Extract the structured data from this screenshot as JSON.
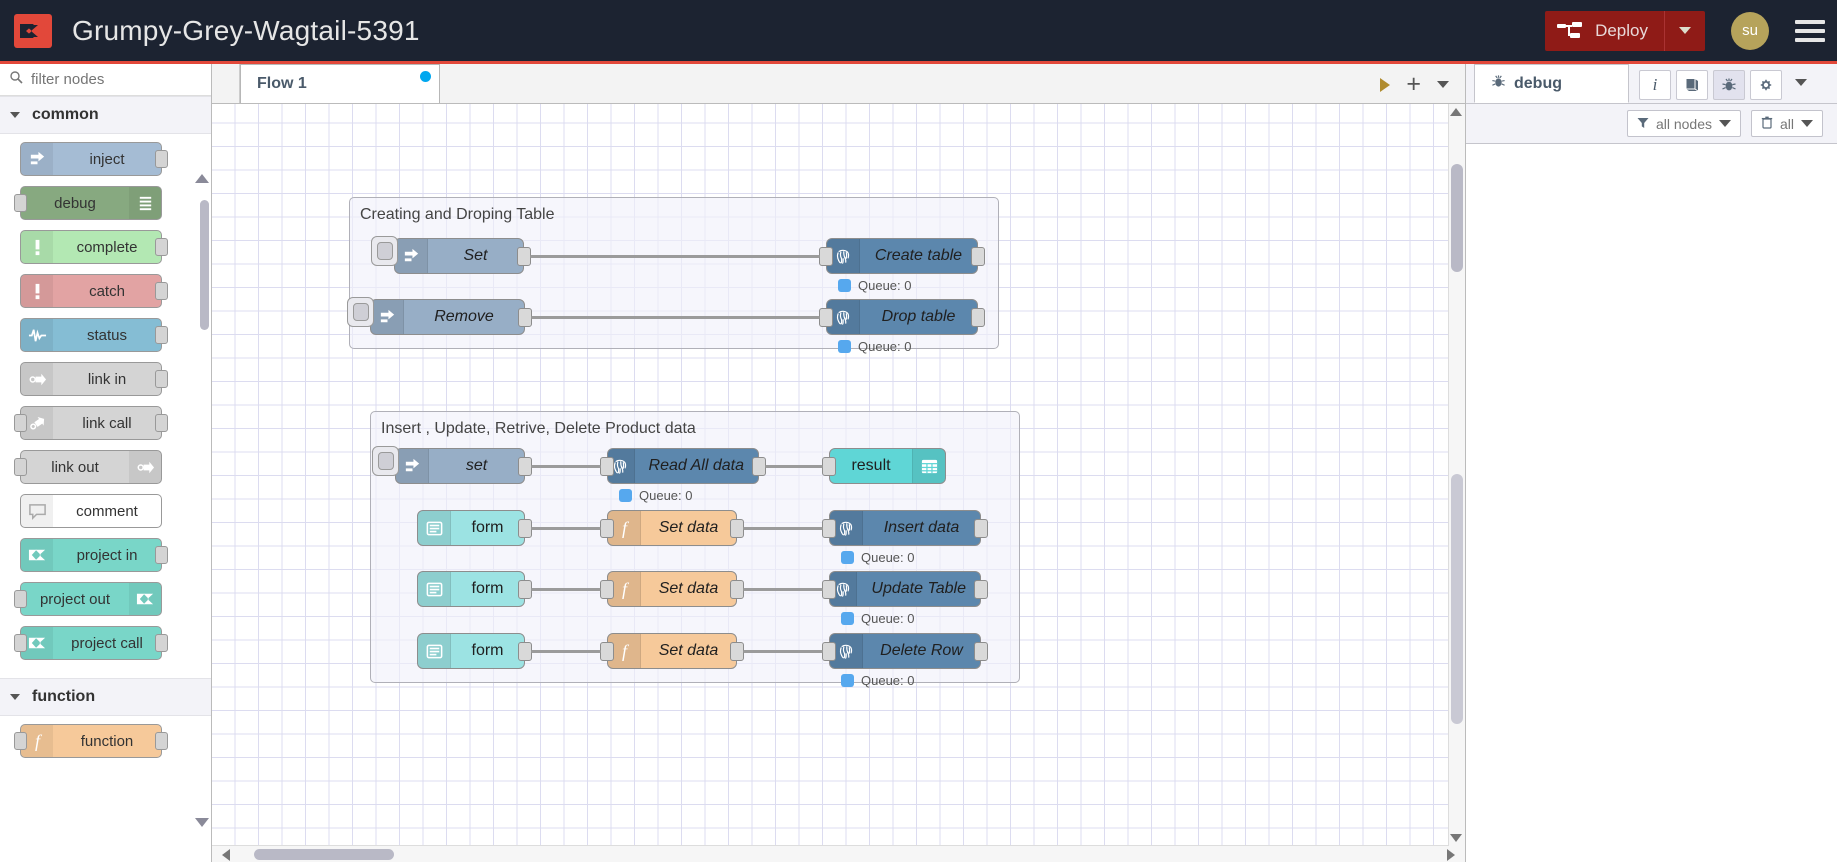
{
  "header": {
    "logo_icon": "node-red-logo-icon",
    "title": "Grumpy-Grey-Wagtail-5391",
    "deploy_label": "Deploy",
    "deploy_icon": "deploy-icon",
    "deploy_caret_icon": "chevron-down-icon",
    "avatar_initials": "su",
    "menu_icon": "hamburger-menu-icon",
    "accent_color": "#8f1b17",
    "bar_color": "#1c2331",
    "underline_color": "#e2483a"
  },
  "palette": {
    "search_placeholder": "filter nodes",
    "search_value": "",
    "search_icon": "search-icon",
    "categories": [
      {
        "name": "common",
        "expanded": true,
        "nodes": [
          {
            "label": "inject",
            "icon": "inject-arrow-icon",
            "color": "#a5bcd4",
            "icon_side": "left",
            "ports": "out"
          },
          {
            "label": "debug",
            "icon": "debug-list-icon",
            "color": "#87a980",
            "icon_side": "right",
            "ports": "in"
          },
          {
            "label": "complete",
            "icon": "exclamation-icon",
            "color": "#b3e8b3",
            "icon_side": "left",
            "ports": "out"
          },
          {
            "label": "catch",
            "icon": "exclamation-icon",
            "color": "#e2a3a3",
            "icon_side": "left",
            "ports": "out"
          },
          {
            "label": "status",
            "icon": "pulse-wave-icon",
            "color": "#85bdd4",
            "icon_side": "left",
            "ports": "out"
          },
          {
            "label": "link in",
            "icon": "link-in-icon",
            "color": "#d4d4d4",
            "icon_side": "left",
            "ports": "out"
          },
          {
            "label": "link call",
            "icon": "link-call-icon",
            "color": "#d4d4d4",
            "icon_side": "left",
            "ports": "both"
          },
          {
            "label": "link out",
            "icon": "link-out-icon",
            "color": "#d4d4d4",
            "icon_side": "right",
            "ports": "in"
          },
          {
            "label": "comment",
            "icon": "comment-bubble-icon",
            "color": "#ffffff",
            "icon_side": "left",
            "ports": "none"
          },
          {
            "label": "project in",
            "icon": "project-logo-icon",
            "color": "#79d6c8",
            "icon_side": "left",
            "ports": "out"
          },
          {
            "label": "project out",
            "icon": "project-logo-icon",
            "color": "#79d6c8",
            "icon_side": "right",
            "ports": "in"
          },
          {
            "label": "project call",
            "icon": "project-logo-icon",
            "color": "#79d6c8",
            "icon_side": "left",
            "ports": "both"
          }
        ]
      },
      {
        "name": "function",
        "expanded": true,
        "nodes": [
          {
            "label": "function",
            "icon": "function-f-icon",
            "color": "#f6c99a",
            "icon_side": "left",
            "ports": "both"
          }
        ]
      }
    ]
  },
  "workspace": {
    "tabs": [
      {
        "label": "Flow 1",
        "active": true,
        "has_changes_dot": true
      }
    ],
    "actions": {
      "run_icon": "play-icon",
      "add_icon": "plus-icon",
      "menu_icon": "chevron-down-icon"
    }
  },
  "flow": {
    "groups": [
      {
        "title": "Creating and Droping Table",
        "rows": [
          {
            "nodes": [
              {
                "label": "Set",
                "type": "inject",
                "icon": "inject-arrow-icon",
                "color": "#97aec6",
                "italic": true,
                "button": true,
                "ports": "out"
              },
              {
                "label": "Create table",
                "type": "postgres",
                "icon": "postgres-elephant-icon",
                "color": "#5c87ad",
                "italic": true,
                "ports": "both",
                "status": "Queue: 0"
              }
            ]
          },
          {
            "nodes": [
              {
                "label": "Remove",
                "type": "inject",
                "icon": "inject-arrow-icon",
                "color": "#97aec6",
                "italic": true,
                "button": true,
                "ports": "out"
              },
              {
                "label": "Drop table",
                "type": "postgres",
                "icon": "postgres-elephant-icon",
                "color": "#5c87ad",
                "italic": true,
                "ports": "both",
                "status": "Queue: 0"
              }
            ]
          }
        ]
      },
      {
        "title": "Insert , Update, Retrive, Delete Product data",
        "rows": [
          {
            "nodes": [
              {
                "label": "set",
                "type": "inject",
                "icon": "inject-arrow-icon",
                "color": "#97aec6",
                "italic": true,
                "button": true,
                "ports": "out"
              },
              {
                "label": "Read All data",
                "type": "postgres",
                "icon": "postgres-elephant-icon",
                "color": "#5c87ad",
                "italic": true,
                "ports": "both",
                "status": "Queue: 0"
              },
              {
                "label": "result",
                "type": "ui-table",
                "icon": "table-grid-icon",
                "color": "#5fd6d6",
                "italic": false,
                "ports": "in",
                "icon_side": "right"
              }
            ]
          },
          {
            "nodes": [
              {
                "label": "form",
                "type": "ui-form",
                "icon": "form-list-icon",
                "color": "#9ce3e3",
                "italic": false,
                "ports": "out"
              },
              {
                "label": "Set data",
                "type": "function",
                "icon": "function-f-icon",
                "color": "#f6c99a",
                "italic": true,
                "ports": "both"
              },
              {
                "label": "Insert data",
                "type": "postgres",
                "icon": "postgres-elephant-icon",
                "color": "#5c87ad",
                "italic": true,
                "ports": "both",
                "status": "Queue: 0"
              }
            ]
          },
          {
            "nodes": [
              {
                "label": "form",
                "type": "ui-form",
                "icon": "form-list-icon",
                "color": "#9ce3e3",
                "italic": false,
                "ports": "out"
              },
              {
                "label": "Set data",
                "type": "function",
                "icon": "function-f-icon",
                "color": "#f6c99a",
                "italic": true,
                "ports": "both"
              },
              {
                "label": "Update Table",
                "type": "postgres",
                "icon": "postgres-elephant-icon",
                "color": "#5c87ad",
                "italic": true,
                "ports": "both",
                "status": "Queue: 0"
              }
            ]
          },
          {
            "nodes": [
              {
                "label": "form",
                "type": "ui-form",
                "icon": "form-list-icon",
                "color": "#9ce3e3",
                "italic": false,
                "ports": "out"
              },
              {
                "label": "Set data",
                "type": "function",
                "icon": "function-f-icon",
                "color": "#f6c99a",
                "italic": true,
                "ports": "both"
              },
              {
                "label": "Delete Row",
                "type": "postgres",
                "icon": "postgres-elephant-icon",
                "color": "#5c87ad",
                "italic": true,
                "ports": "both",
                "status": "Queue: 0"
              }
            ]
          }
        ]
      }
    ]
  },
  "sidebar": {
    "tab_label": "debug",
    "tab_icon": "bug-icon",
    "icon_buttons": [
      {
        "name": "info-icon",
        "glyph": "i",
        "active": false
      },
      {
        "name": "help-book-icon",
        "glyph": "\u0000",
        "active": false
      },
      {
        "name": "debug-bug-icon",
        "glyph": "\u0000",
        "active": true
      },
      {
        "name": "gear-icon",
        "glyph": "\u0000",
        "active": false
      }
    ],
    "more_icon": "chevron-down-icon",
    "filter": {
      "label": "all nodes",
      "icon": "filter-funnel-icon",
      "caret": "chevron-down-icon"
    },
    "clear": {
      "label": "all",
      "icon": "trash-icon",
      "caret": "chevron-down-icon"
    },
    "messages": []
  }
}
